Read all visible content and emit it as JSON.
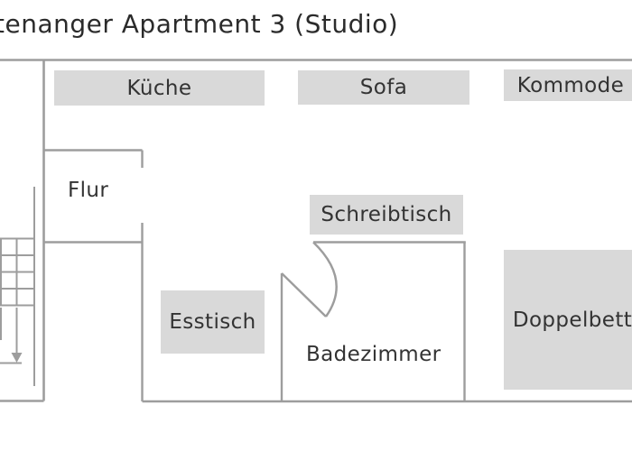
{
  "title": "tenanger Apartment 3 (Studio)",
  "colors": {
    "background": "#ffffff",
    "wall_line": "#9d9d9d",
    "furniture_fill": "#d9d9d9",
    "label_text": "#333333",
    "title_text": "#2b2b2b"
  },
  "rooms": [
    {
      "id": "flur",
      "label": "Flur"
    },
    {
      "id": "badezimmer",
      "label": "Badezimmer"
    }
  ],
  "furniture": [
    {
      "id": "kueche",
      "label": "Küche"
    },
    {
      "id": "sofa",
      "label": "Sofa"
    },
    {
      "id": "kommode",
      "label": "Kommode"
    },
    {
      "id": "schreibtisch",
      "label": "Schreibtisch"
    },
    {
      "id": "esstisch",
      "label": "Esstisch"
    },
    {
      "id": "doppelbett",
      "label": "Doppelbett"
    }
  ],
  "stairs": {
    "direction": "down"
  }
}
